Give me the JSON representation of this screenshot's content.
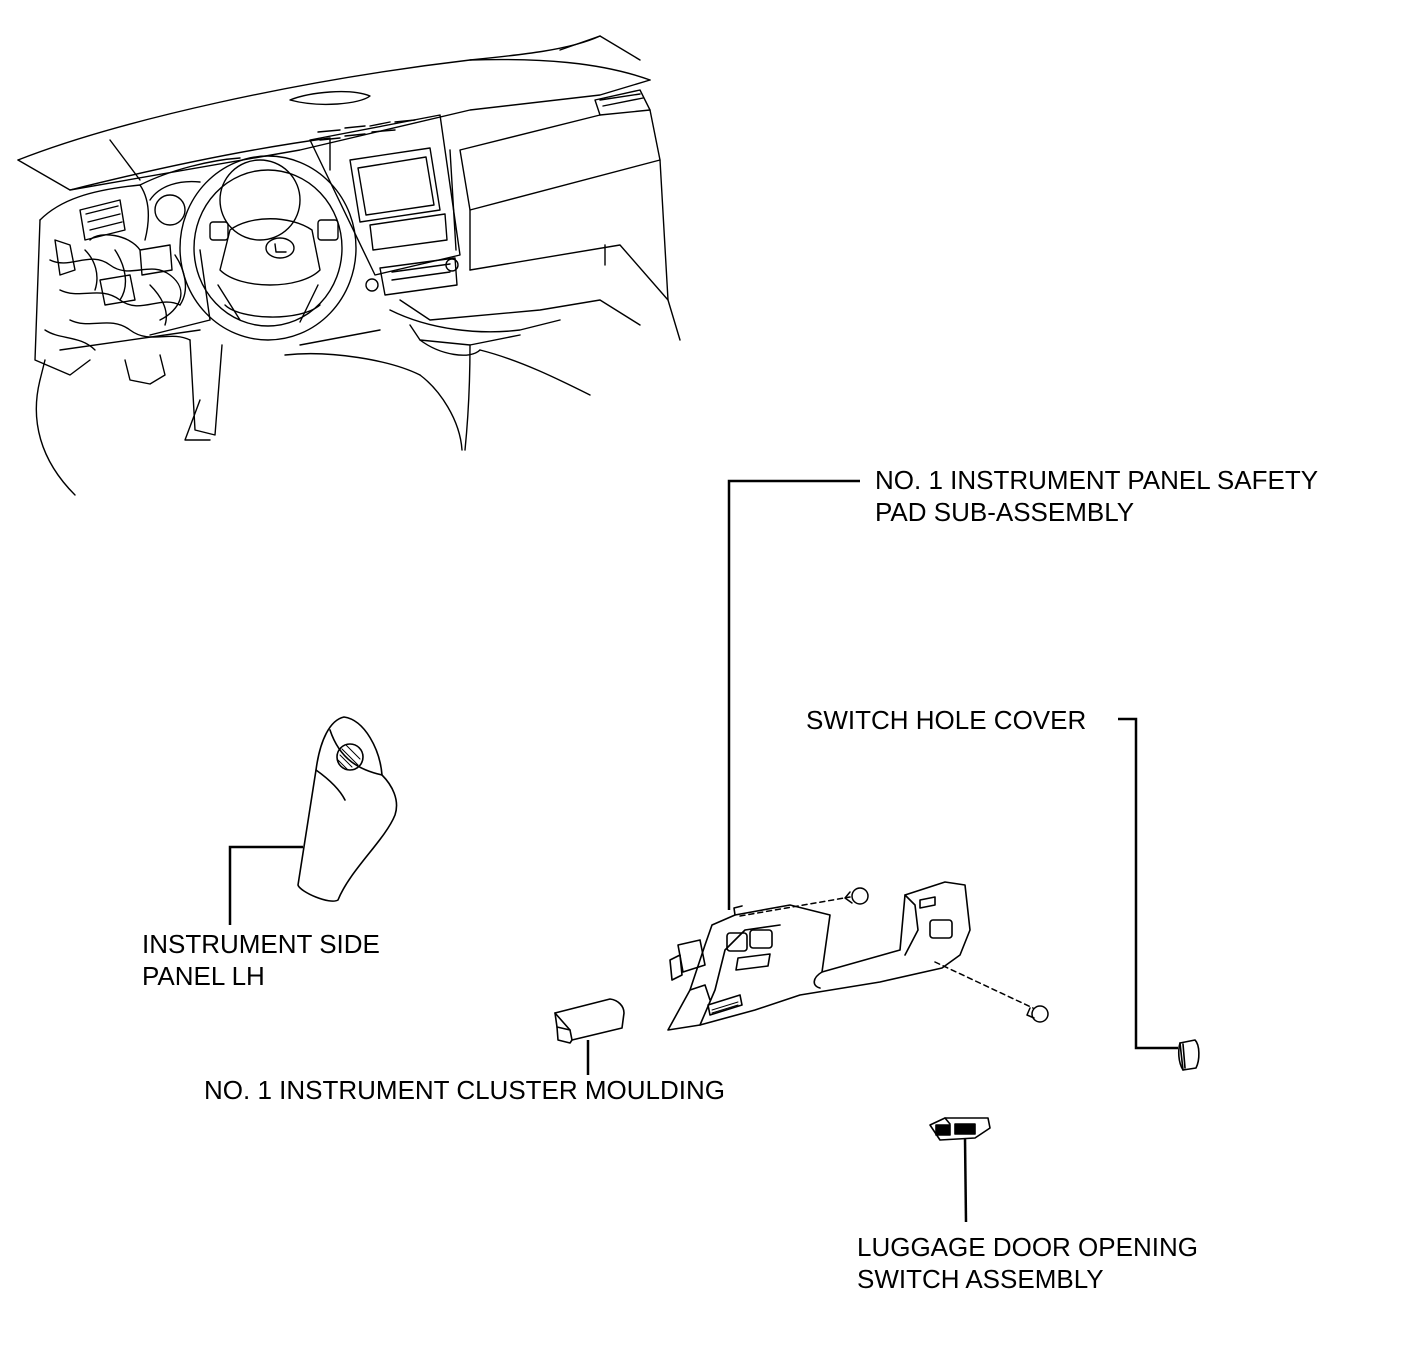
{
  "labels": {
    "safety_pad": {
      "line1": "NO. 1 INSTRUMENT PANEL SAFETY",
      "line2": "PAD SUB-ASSEMBLY"
    },
    "switch_hole_cover": {
      "line1": "SWITCH HOLE COVER"
    },
    "side_panel": {
      "line1": "INSTRUMENT SIDE",
      "line2": "PANEL LH"
    },
    "cluster_moulding": {
      "line1": "NO. 1 INSTRUMENT CLUSTER MOULDING"
    },
    "luggage_switch": {
      "line1": "LUGGAGE DOOR OPENING",
      "line2": "SWITCH ASSEMBLY"
    }
  },
  "colors": {
    "line": "#000000",
    "background": "#ffffff"
  }
}
